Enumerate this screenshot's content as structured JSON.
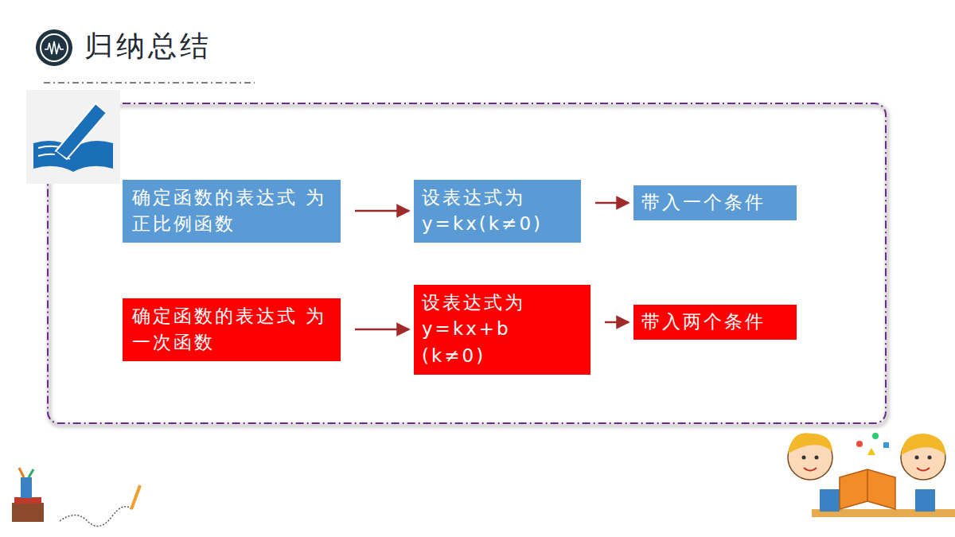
{
  "diagram": {
    "title": "归纳总结",
    "nodes": [
      {
        "text": [
          "确定函数的表达式 为正比例函数"
        ]
      },
      {
        "text": [
          "设表达式为 y=kx(k≠0)"
        ]
      },
      {
        "text": [
          "带入一个条件"
        ]
      },
      {
        "text": [
          "确定函数的表达式 为一次函数"
        ]
      },
      {
        "text": [
          "设表达式为 y=kx+b (k≠0)"
        ]
      },
      {
        "text": [
          "带入两个条件"
        ]
      }
    ],
    "edges": [
      {
        "from": 0,
        "to": 1,
        "arrow": "to"
      },
      {
        "from": 1,
        "to": 2,
        "arrow": "to"
      },
      {
        "from": 3,
        "to": 4,
        "arrow": "to"
      },
      {
        "from": 4,
        "to": 5,
        "arrow": "to"
      }
    ]
  }
}
